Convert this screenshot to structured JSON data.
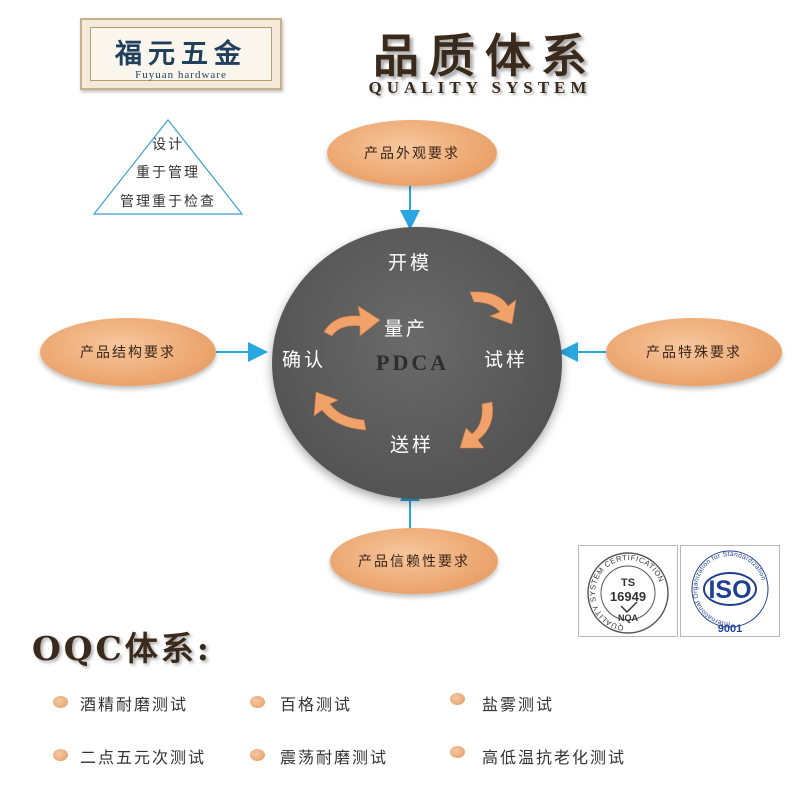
{
  "logo": {
    "cn": "福元五金",
    "en": "Fuyuan hardware"
  },
  "header": {
    "title": "品质体系",
    "subtitle": "QUALITY SYSTEM"
  },
  "triangle": {
    "lines": [
      "设计",
      "重于管理",
      "管理重于检查"
    ],
    "stroke": "#3aa0d0"
  },
  "requirements": {
    "top": "产品外观要求",
    "left": "产品结构要求",
    "right": "产品特殊要求",
    "bottom": "产品信赖性要求"
  },
  "pdca": {
    "center_label": "PDCA",
    "stages": {
      "top": "开模",
      "right": "试样",
      "bottom": "送样",
      "left": "确认",
      "inner": "量产"
    }
  },
  "certifications": {
    "ts": {
      "ring_text": "QUALITY SYSTEM CERTIFICATION",
      "code": "TS",
      "number": "16949",
      "org": "NQA"
    },
    "iso": {
      "ring_text": "International Organization for Standardization",
      "code": "ISO",
      "number": "9001"
    }
  },
  "oqc": {
    "title": "OQC体系:",
    "tests": [
      "酒精耐磨测试",
      "百格测试",
      "盐雾测试",
      "二点五元次测试",
      "震荡耐磨测试",
      "高低温抗老化测试"
    ]
  },
  "colors": {
    "arrow_blue": "#2aa6e0",
    "ellipse": "#eda771",
    "circle": "#575757",
    "curve_arrow": "#f0a26a"
  }
}
